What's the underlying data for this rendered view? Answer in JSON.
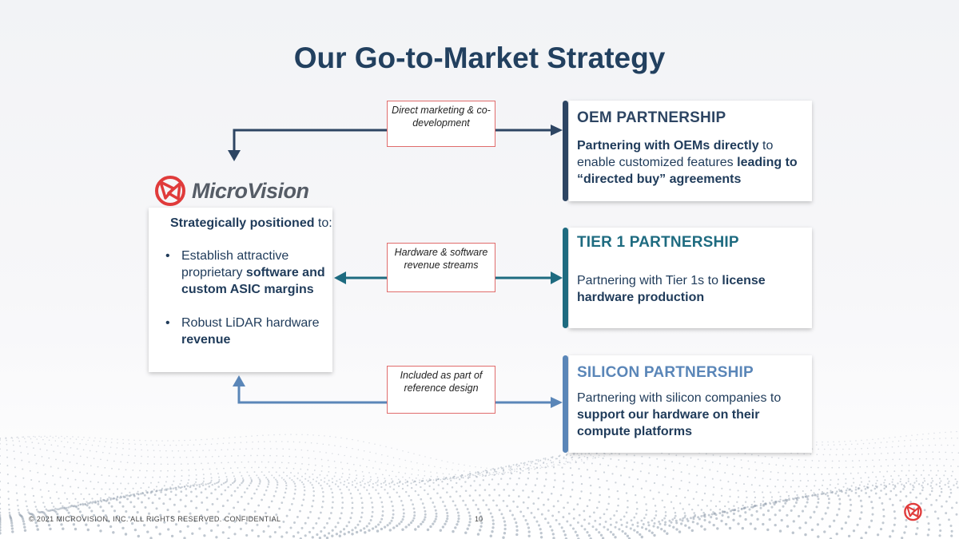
{
  "title": "Our Go-to-Market Strategy",
  "brand": {
    "name": "MicroVision",
    "logo_color": "#e03b3b"
  },
  "left_panel": {
    "intro_bold": "Strategically positioned",
    "intro_rest": " to:",
    "bullet1": {
      "pre": "Establish attractive proprietary ",
      "bold1": "software and custom ASIC margins"
    },
    "bullet2": {
      "pre": "Robust LiDAR hardware ",
      "bold": "revenue"
    }
  },
  "connectors": {
    "oem_label": "Direct marketing & co-development",
    "tier1_label": "Hardware & software revenue streams",
    "silicon_label": "Included as part of reference design"
  },
  "cards": {
    "oem": {
      "title": "OEM PARTNERSHIP",
      "accent": "#2d4563",
      "body_bold1": "Partnering with OEMs directly",
      "body_mid": " to enable customized features ",
      "body_bold2": "leading to “directed buy” agreements"
    },
    "tier1": {
      "title": "TIER 1 PARTNERSHIP",
      "accent": "#1e6b80",
      "body_pre": "Partnering with Tier 1s to ",
      "body_bold": "license hardware production"
    },
    "silicon": {
      "title": "SILICON PARTNERSHIP",
      "accent": "#5a86b8",
      "body_pre": "Partnering with silicon companies to ",
      "body_bold": "support our hardware on their compute platforms"
    }
  },
  "footer": {
    "copyright": "© 2021 MICROVISION, INC. ALL RIGHTS RESERVED. CONFIDENTIAL",
    "page_number": "10"
  }
}
